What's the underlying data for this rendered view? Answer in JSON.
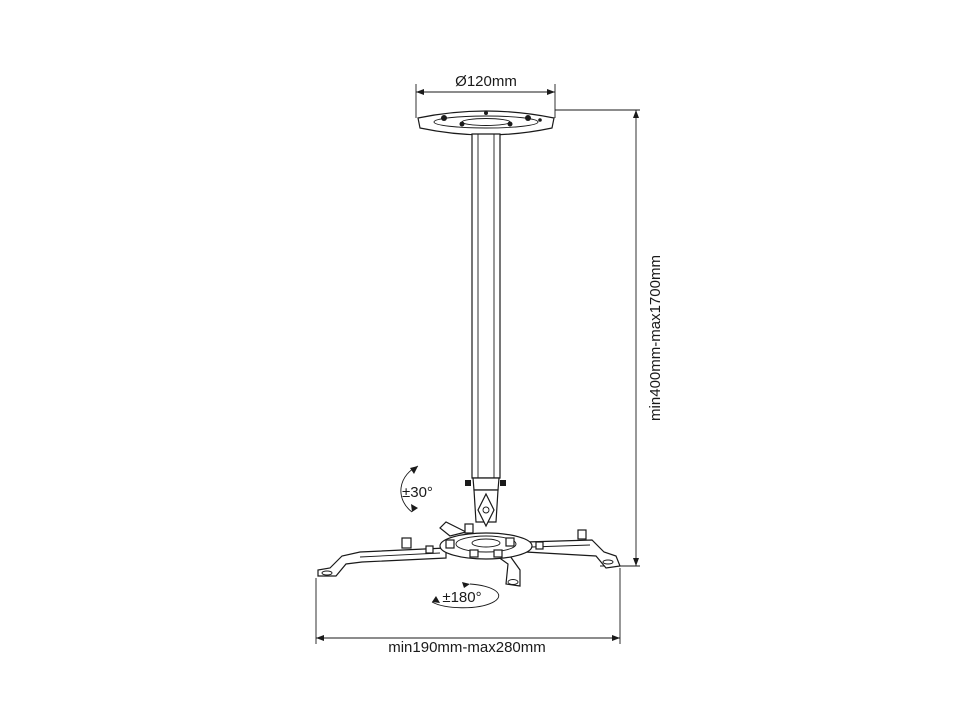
{
  "diagram": {
    "labels": {
      "plate_diameter": "Ø120mm",
      "height_range": "min400mm-max1700mm",
      "tilt": "±30°",
      "rotation": "±180°",
      "width_range": "min190mm-max280mm"
    }
  }
}
